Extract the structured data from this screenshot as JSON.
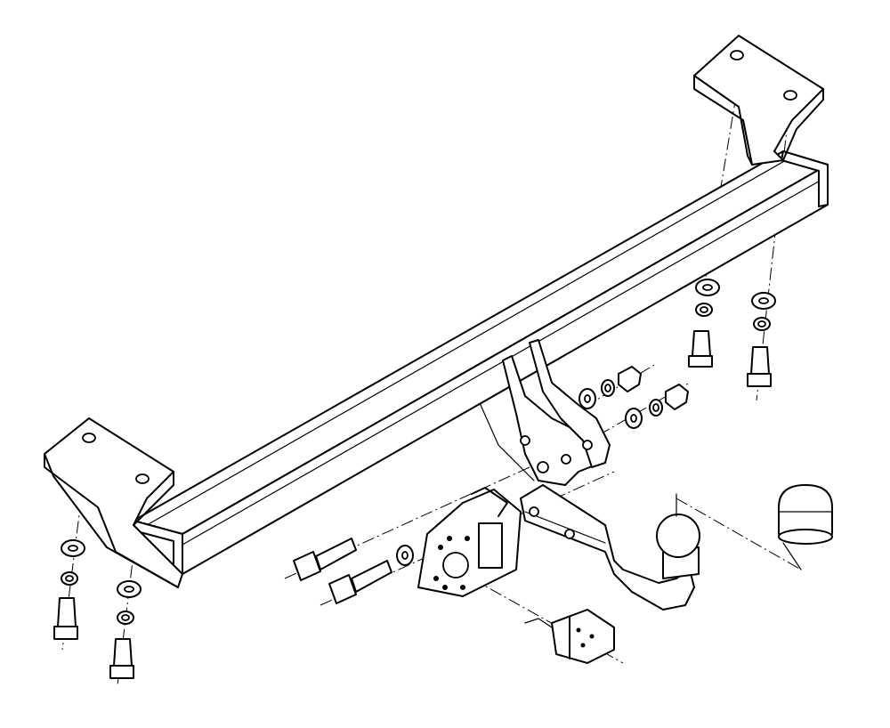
{
  "diagram": {
    "kind": "exploded-assembly-line-drawing",
    "ink_color": "#000000",
    "paper_color": "#ffffff",
    "parts": [
      "crossbar",
      "left-mounting-bracket",
      "right-mounting-bracket",
      "center-tow-plate",
      "tow-arm",
      "tow-ball",
      "ball-cover-cap",
      "socket-mounting-plate",
      "electrical-socket",
      "mounting-bolts",
      "washers",
      "nuts",
      "fixing-screws"
    ]
  }
}
